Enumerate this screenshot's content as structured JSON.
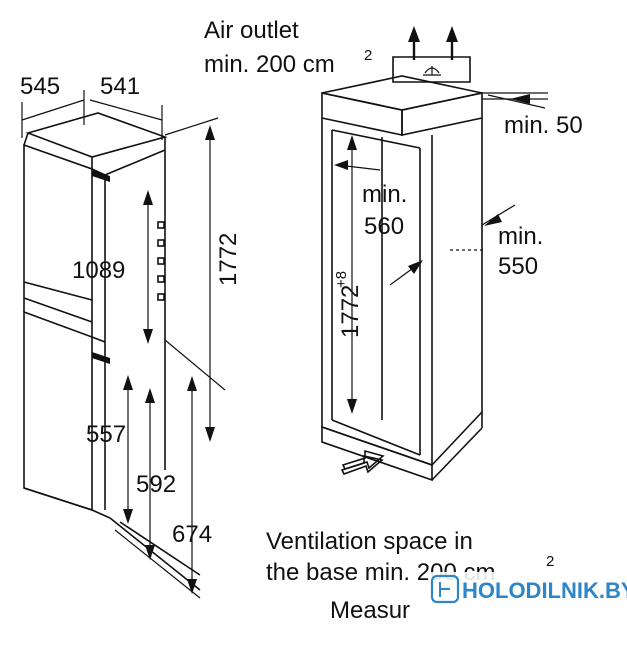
{
  "labels": {
    "air_outlet_line1": "Air outlet",
    "air_outlet_line2": "min. 200 cm",
    "air_outlet_sup": "2",
    "ventilation_line1": "Ventilation space in",
    "ventilation_line2": "the base min. 200 cm",
    "ventilation_sup": "2",
    "measure": "Measur"
  },
  "dimensions": {
    "depth_overall": "545",
    "depth_appliance": "541",
    "height_total": "1772",
    "height_upper_door": "1089",
    "height_lower_557": "557",
    "height_lower_592": "592",
    "height_lower_674": "674",
    "niche_height_base": "1772",
    "niche_height_tolerance": "+8",
    "min_top_gap_line1": "min.",
    "min_top_gap_line2": "50",
    "min_width_line1": "min.",
    "min_width_line2": "560",
    "min_depth_line1": "min.",
    "min_depth_line2": "550"
  },
  "watermark": {
    "text": "HOLODILNIK.BY",
    "color": "#2e86c8"
  }
}
